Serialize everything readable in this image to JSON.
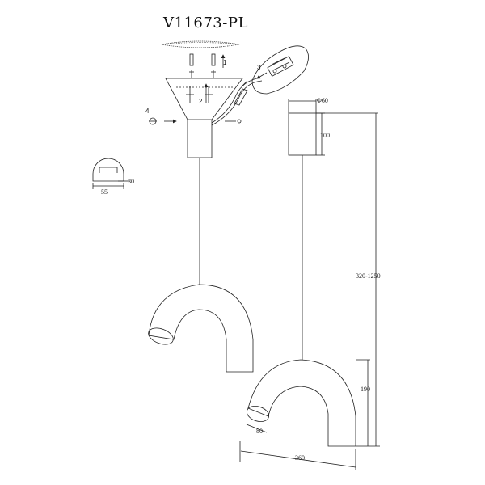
{
  "title": "V11673-PL",
  "steps": [
    "1",
    "2",
    "3",
    "4"
  ],
  "dimensions": {
    "canopy_diameter": "Φ60",
    "canopy_height": "100",
    "total_height": "320-1250",
    "shade_height": "190",
    "shade_width": "360",
    "shade_tube_diameter": "80",
    "bracket_width": "55",
    "bracket_height": "30"
  }
}
